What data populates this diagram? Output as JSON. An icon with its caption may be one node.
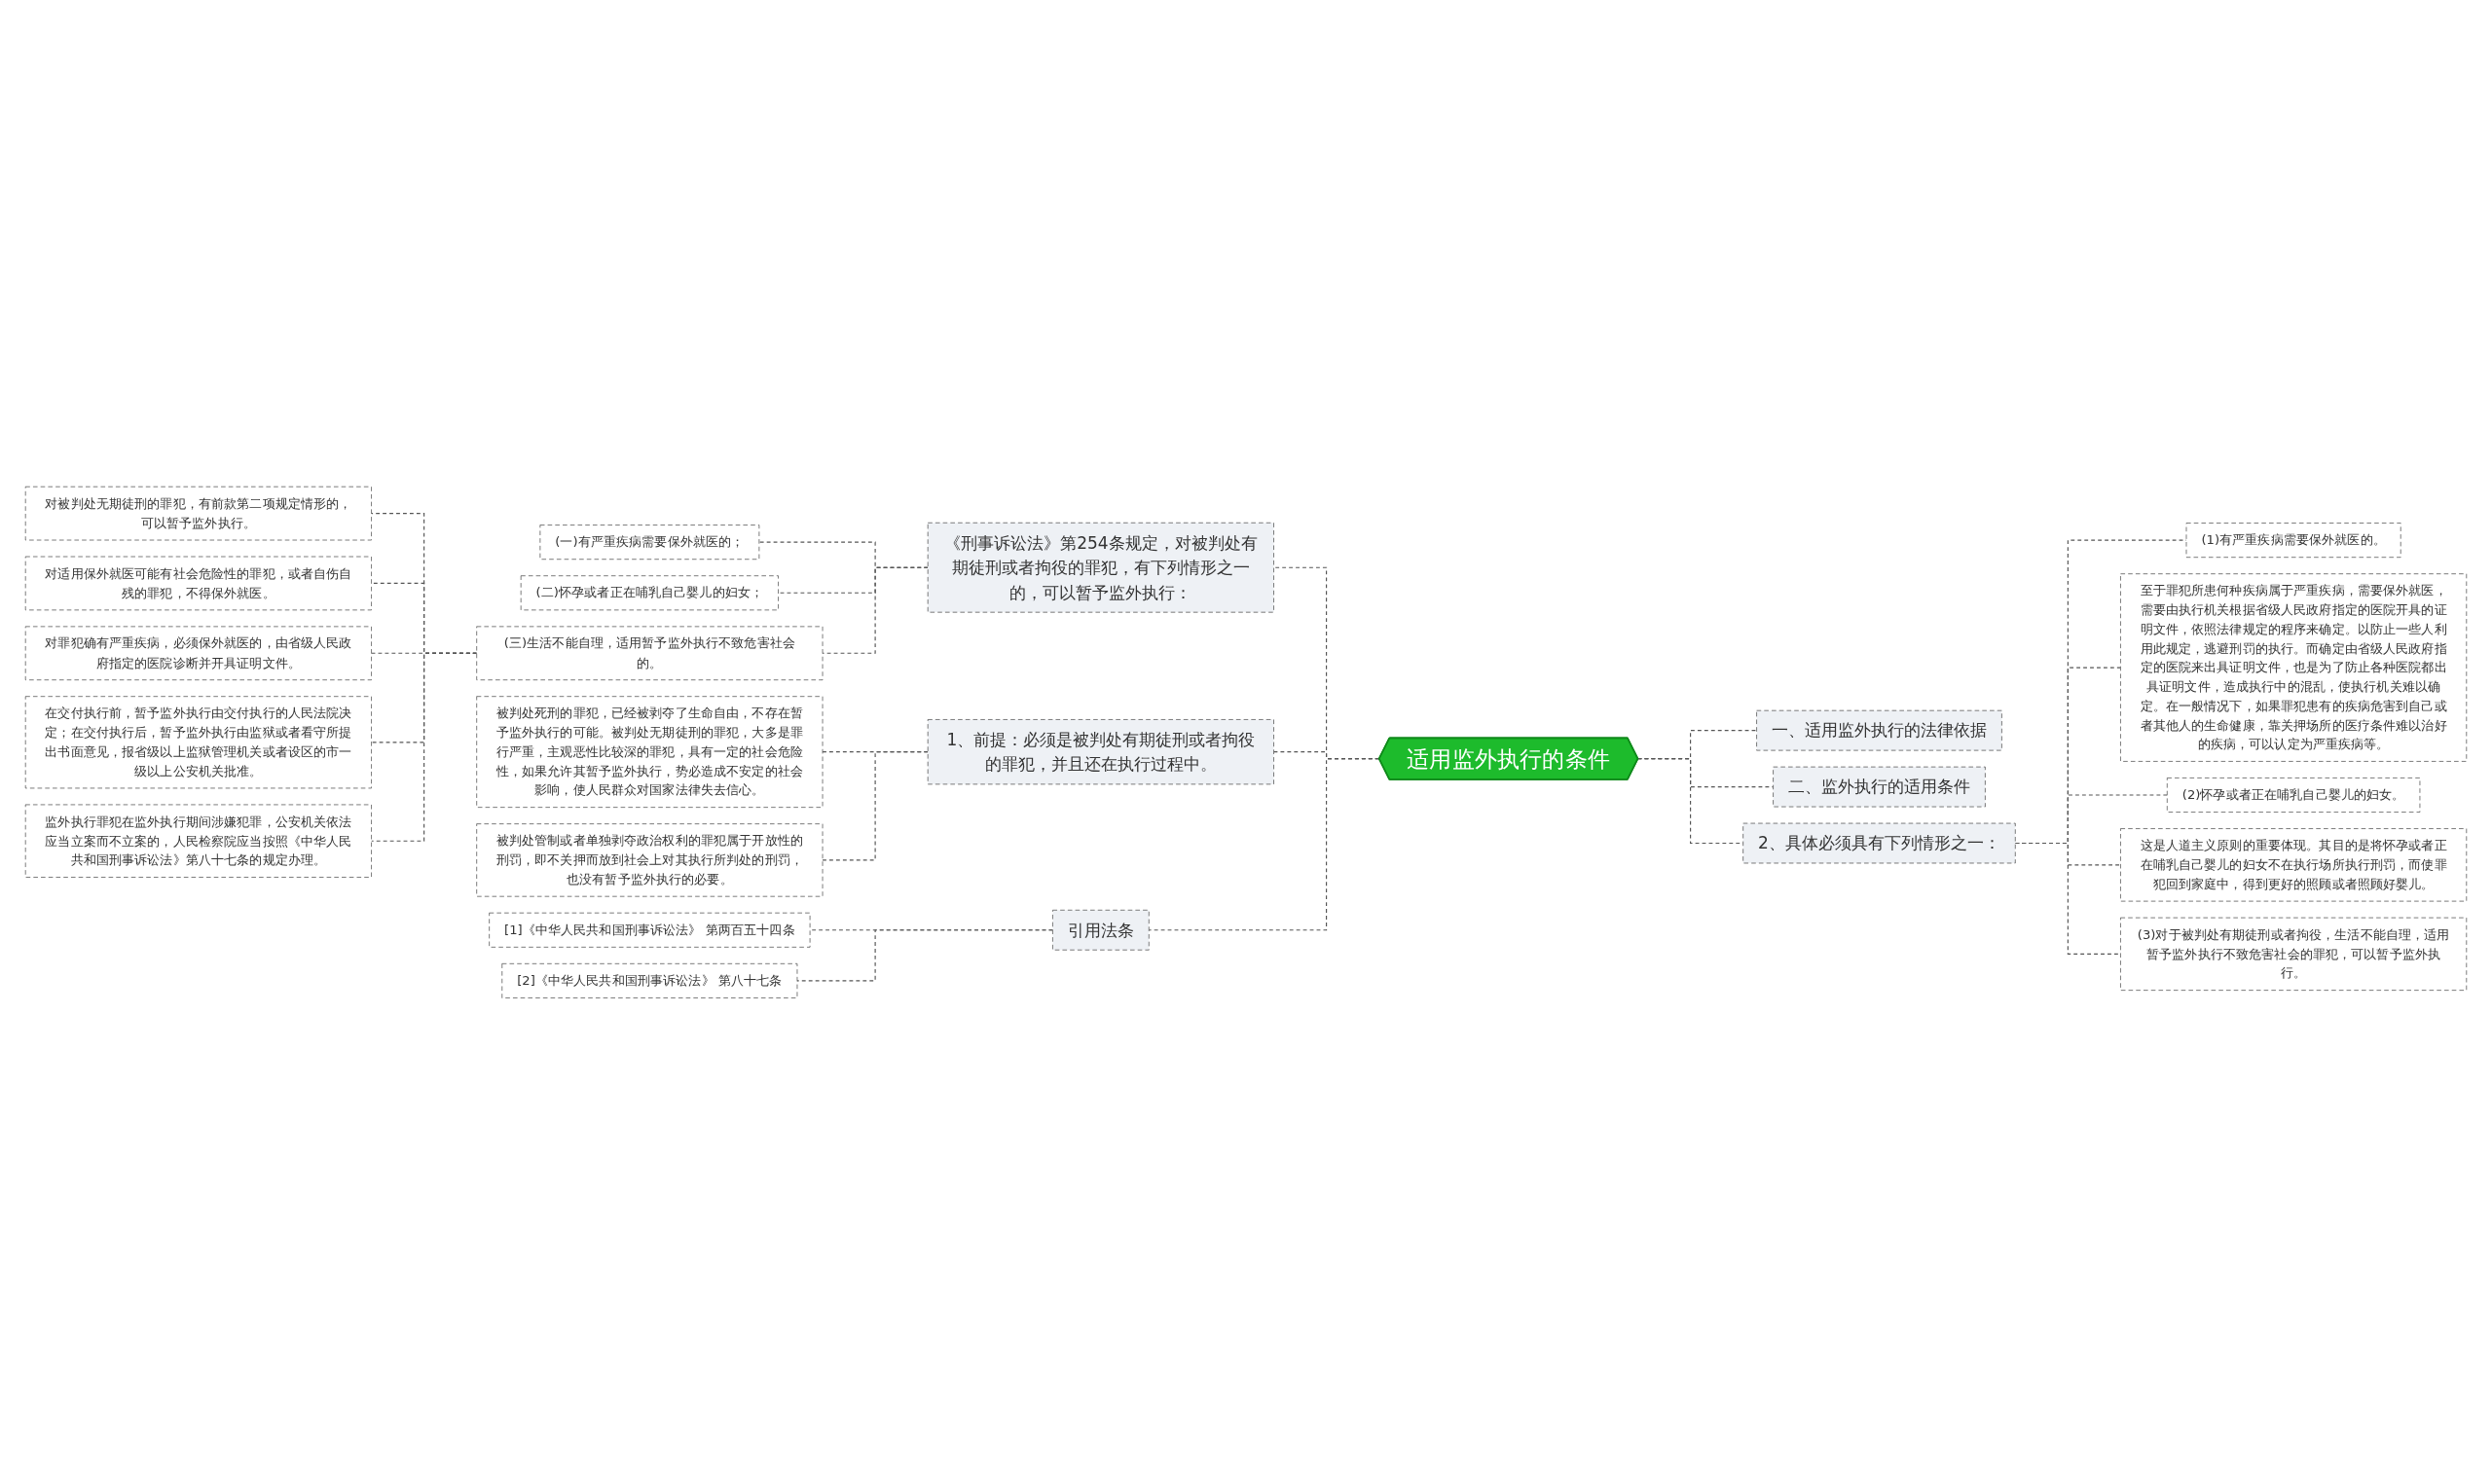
{
  "diagram": {
    "nodes": [
      {
        "text": [
          "适用监外执行的条件"
        ]
      },
      {
        "text": [
          "《刑事诉讼法》第254条规定，对被判处有期徒刑或者拘役的罪犯，有下列情形之一的，可以暂予监外执行："
        ]
      },
      {
        "text": [
          "(一)有严重疾病需要保外就医的；"
        ]
      },
      {
        "text": [
          "(二)怀孕或者正在哺乳自己婴儿的妇女；"
        ]
      },
      {
        "text": [
          "(三)生活不能自理，适用暂予监外执行不致危害社会的。"
        ]
      },
      {
        "text": [
          "对被判处无期徒刑的罪犯，有前款第二项规定情形的，可以暂予监外执行。"
        ]
      },
      {
        "text": [
          "对适用保外就医可能有社会危险性的罪犯，或者自伤自残的罪犯，不得保外就医。"
        ]
      },
      {
        "text": [
          "对罪犯确有严重疾病，必须保外就医的，由省级人民政府指定的医院诊断并开具证明文件。"
        ]
      },
      {
        "text": [
          "在交付执行前，暂予监外执行由交付执行的人民法院决定；在交付执行后，暂予监外执行由监狱或者看守所提出书面意见，报省级以上监狱管理机关或者设区的市一级以上公安机关批准。"
        ]
      },
      {
        "text": [
          "监外执行罪犯在监外执行期间涉嫌犯罪，公安机关依法应当立案而不立案的，人民检察院应当按照《中华人民共和国刑事诉讼法》第八十七条的规定办理。"
        ]
      },
      {
        "text": [
          "1、前提：必须是被判处有期徒刑或者拘役的罪犯，并且还在执行过程中。"
        ]
      },
      {
        "text": [
          "被判处死刑的罪犯，已经被剥夺了生命自由，不存在暂予监外执行的可能。被判处无期徒刑的罪犯，大多是罪行严重，主观恶性比较深的罪犯，具有一定的社会危险性，如果允许其暂予监外执行，势必造成不安定的社会影响，使人民群众对国家法律失去信心。"
        ]
      },
      {
        "text": [
          "被判处管制或者单独剥夺政治权利的罪犯属于开放性的刑罚，即不关押而放到社会上对其执行所判处的刑罚，也没有暂予监外执行的必要。"
        ]
      },
      {
        "text": [
          "引用法条"
        ]
      },
      {
        "text": [
          "[1]《中华人民共和国刑事诉讼法》 第两百五十四条"
        ]
      },
      {
        "text": [
          "[2]《中华人民共和国刑事诉讼法》 第八十七条"
        ]
      },
      {
        "text": [
          "一、适用监外执行的法律依据"
        ]
      },
      {
        "text": [
          "二、监外执行的适用条件"
        ]
      },
      {
        "text": [
          "2、具体必须具有下列情形之一："
        ]
      },
      {
        "text": [
          "(1)有严重疾病需要保外就医的。"
        ]
      },
      {
        "text": [
          "至于罪犯所患何种疾病属于严重疾病，需要保外就医，需要由执行机关根据省级人民政府指定的医院开具的证明文件，依照法律规定的程序来确定。以防止一些人利用此规定，逃避刑罚的执行。而确定由省级人民政府指定的医院来出具证明文件，也是为了防止各种医院都出具证明文件，造成执行中的混乱，使执行机关难以确定。在一般情况下，如果罪犯患有的疾病危害到自己或者其他人的生命健康，靠关押场所的医疗条件难以治好的疾病，可以认定为严重疾病等。"
        ]
      },
      {
        "text": [
          "(2)怀孕或者正在哺乳自己婴儿的妇女。"
        ]
      },
      {
        "text": [
          "这是人道主义原则的重要体现。其目的是将怀孕或者正在哺乳自己婴儿的妇女不在执行场所执行刑罚，而使罪犯回到家庭中，得到更好的照顾或者照顾好婴儿。"
        ]
      },
      {
        "text": [
          "(3)对于被判处有期徒刑或者拘役，生活不能自理，适用暂予监外执行不致危害社会的罪犯，可以暂予监外执行。"
        ]
      }
    ],
    "edges": [
      {
        "from": 0,
        "to": 1,
        "arrow": "none",
        "style": "dashed"
      },
      {
        "from": 1,
        "to": 2,
        "arrow": "none",
        "style": "dashed"
      },
      {
        "from": 1,
        "to": 3,
        "arrow": "none",
        "style": "dashed"
      },
      {
        "from": 1,
        "to": 4,
        "arrow": "none",
        "style": "dashed"
      },
      {
        "from": 4,
        "to": 5,
        "arrow": "none",
        "style": "dashed"
      },
      {
        "from": 4,
        "to": 6,
        "arrow": "none",
        "style": "dashed"
      },
      {
        "from": 4,
        "to": 7,
        "arrow": "none",
        "style": "dashed"
      },
      {
        "from": 4,
        "to": 8,
        "arrow": "none",
        "style": "dashed"
      },
      {
        "from": 4,
        "to": 9,
        "arrow": "none",
        "style": "dashed"
      },
      {
        "from": 0,
        "to": 10,
        "arrow": "none",
        "style": "dashed"
      },
      {
        "from": 10,
        "to": 11,
        "arrow": "none",
        "style": "dashed"
      },
      {
        "from": 10,
        "to": 12,
        "arrow": "none",
        "style": "dashed"
      },
      {
        "from": 0,
        "to": 13,
        "arrow": "none",
        "style": "dashed"
      },
      {
        "from": 13,
        "to": 14,
        "arrow": "none",
        "style": "dashed"
      },
      {
        "from": 13,
        "to": 15,
        "arrow": "none",
        "style": "dashed"
      },
      {
        "from": 0,
        "to": 16,
        "arrow": "none",
        "style": "dashed"
      },
      {
        "from": 0,
        "to": 17,
        "arrow": "none",
        "style": "dashed"
      },
      {
        "from": 0,
        "to": 18,
        "arrow": "none",
        "style": "dashed"
      },
      {
        "from": 18,
        "to": 19,
        "arrow": "none",
        "style": "dashed"
      },
      {
        "from": 18,
        "to": 20,
        "arrow": "none",
        "style": "dashed"
      },
      {
        "from": 18,
        "to": 21,
        "arrow": "none",
        "style": "dashed"
      },
      {
        "from": 18,
        "to": 22,
        "arrow": "none",
        "style": "dashed"
      },
      {
        "from": 18,
        "to": 23,
        "arrow": "none",
        "style": "dashed"
      }
    ]
  }
}
